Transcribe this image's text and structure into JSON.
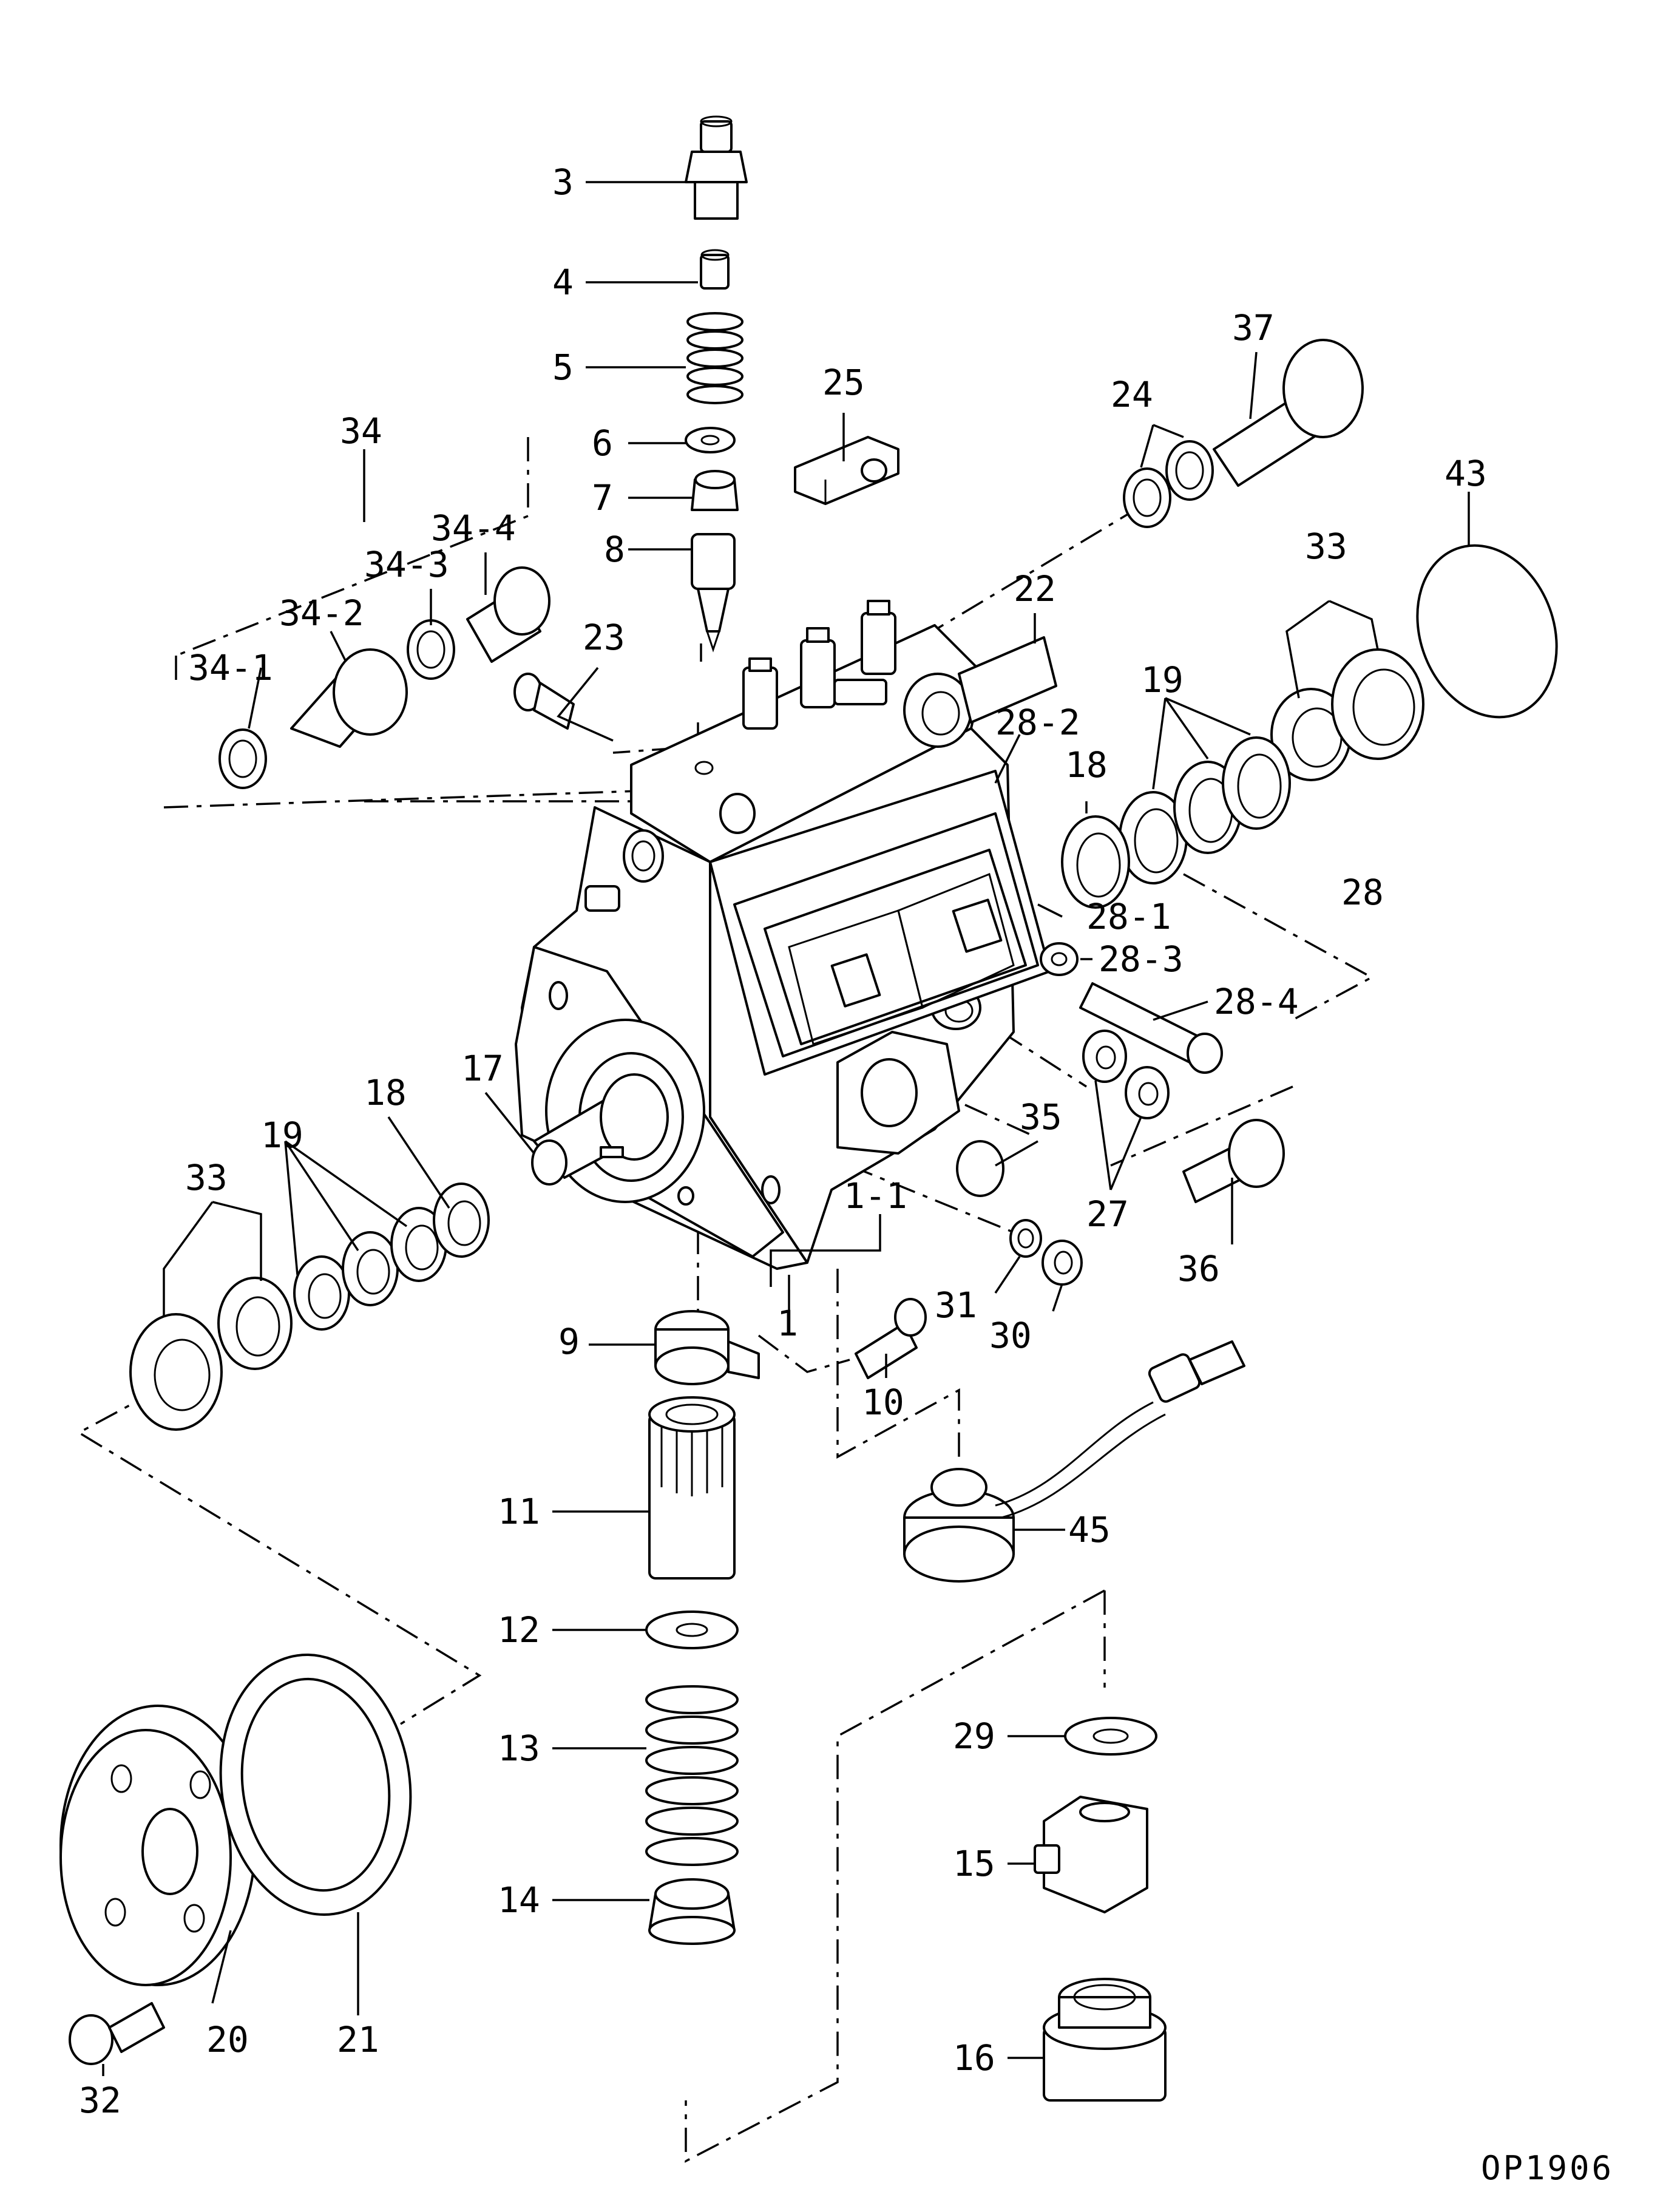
{
  "drawing_code": "OP1906",
  "labels": {
    "p1": "1",
    "p1_1": "1-1",
    "p3": "3",
    "p4": "4",
    "p5": "5",
    "p6": "6",
    "p7": "7",
    "p8": "8",
    "p9": "9",
    "p10": "10",
    "p11": "11",
    "p12": "12",
    "p13": "13",
    "p14": "14",
    "p15": "15",
    "p16": "16",
    "p17": "17",
    "p18a": "18",
    "p18b": "18",
    "p19a": "19",
    "p19b": "19",
    "p20": "20",
    "p21": "21",
    "p22": "22",
    "p23": "23",
    "p24": "24",
    "p25": "25",
    "p27": "27",
    "p28": "28",
    "p28_1": "28-1",
    "p28_2": "28-2",
    "p28_3": "28-3",
    "p28_4": "28-4",
    "p29": "29",
    "p30": "30",
    "p31": "31",
    "p32": "32",
    "p33a": "33",
    "p33b": "33",
    "p34": "34",
    "p34_1": "34-1",
    "p34_2": "34-2",
    "p34_3": "34-3",
    "p34_4": "34-4",
    "p35": "35",
    "p36": "36",
    "p37": "37",
    "p43": "43",
    "p45": "45"
  }
}
